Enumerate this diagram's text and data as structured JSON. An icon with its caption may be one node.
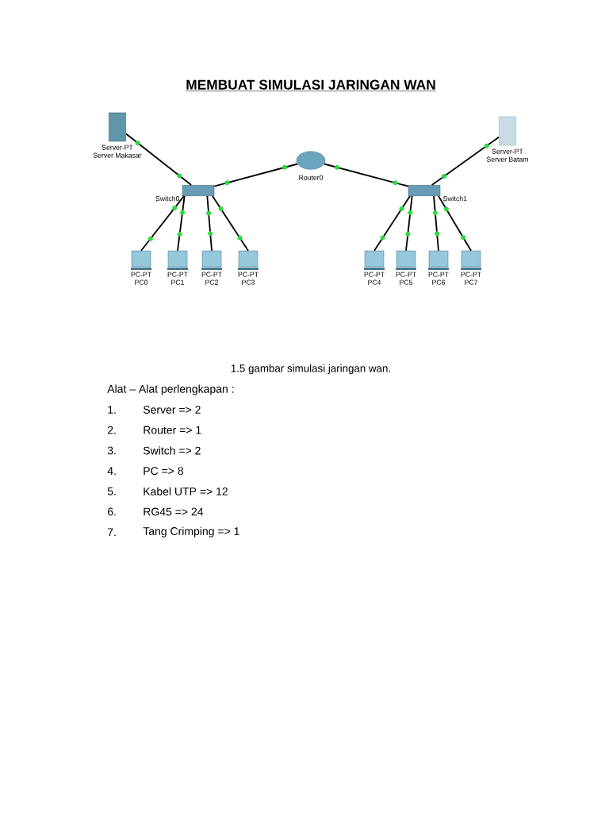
{
  "diagram": {
    "title": "MEMBUAT SIMULASI JARINGAN WAN",
    "caption": "1.5 gambar simulasi jaringan wan.",
    "nodes": [
      {
        "text": [
          "Server-PT",
          "Server  Makasar"
        ]
      },
      {
        "text": [
          "Router0"
        ]
      },
      {
        "text": [
          "Server-PT",
          "Server Batam"
        ]
      },
      {
        "text": [
          "Switch0"
        ]
      },
      {
        "text": [
          "Switch1"
        ]
      },
      {
        "text": [
          "PC-PT",
          "PC0"
        ]
      },
      {
        "text": [
          "PC-PT",
          "PC1"
        ]
      },
      {
        "text": [
          "PC-PT",
          "PC2"
        ]
      },
      {
        "text": [
          "PC-PT",
          "PC3"
        ]
      },
      {
        "text": [
          "PC-PT",
          "PC4"
        ]
      },
      {
        "text": [
          "PC-PT",
          "PC5"
        ]
      },
      {
        "text": [
          "PC-PT",
          "PC6"
        ]
      },
      {
        "text": [
          "PC-PT",
          "PC7"
        ]
      }
    ],
    "edges": [
      {
        "from": 0,
        "to": 3,
        "arrow": "none"
      },
      {
        "from": 3,
        "to": 1,
        "arrow": "none"
      },
      {
        "from": 1,
        "to": 4,
        "arrow": "none"
      },
      {
        "from": 4,
        "to": 2,
        "arrow": "none"
      },
      {
        "from": 3,
        "to": 5,
        "arrow": "none"
      },
      {
        "from": 3,
        "to": 6,
        "arrow": "none"
      },
      {
        "from": 3,
        "to": 7,
        "arrow": "none"
      },
      {
        "from": 3,
        "to": 8,
        "arrow": "none"
      },
      {
        "from": 4,
        "to": 9,
        "arrow": "none"
      },
      {
        "from": 4,
        "to": 10,
        "arrow": "none"
      },
      {
        "from": 4,
        "to": 11,
        "arrow": "none"
      },
      {
        "from": 4,
        "to": 12,
        "arrow": "none"
      }
    ],
    "labels": [
      "Alat – Alat perlengkapan :",
      "1.",
      "Server  => 2",
      "2.",
      "Router => 1",
      "3.",
      "Switch => 2",
      "4.",
      "PC => 8",
      "5.",
      "Kabel UTP => 12",
      "6.",
      "RG45 => 24",
      "7.",
      "Tang Crimping => 1"
    ]
  }
}
